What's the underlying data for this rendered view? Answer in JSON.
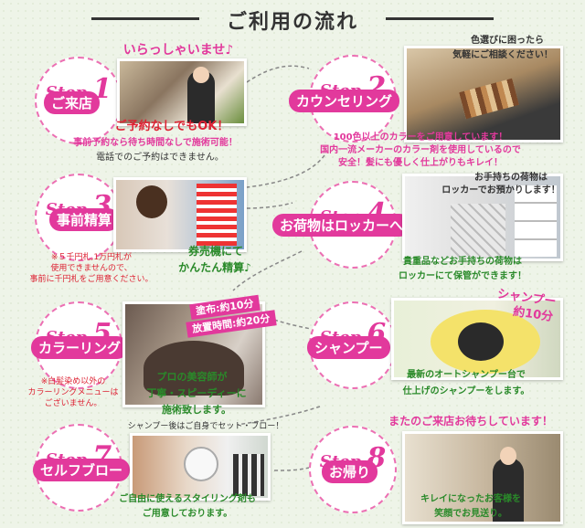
{
  "title": "ご利用の流れ",
  "steps": [
    {
      "step_word": "Step.",
      "num": "1",
      "name": "ご来店"
    },
    {
      "step_word": "Step.",
      "num": "2",
      "name": "カウンセリング"
    },
    {
      "step_word": "Step.",
      "num": "3",
      "name": "事前精算"
    },
    {
      "step_word": "Step.",
      "num": "4",
      "name": "お荷物はロッカーへ"
    },
    {
      "step_word": "Step.",
      "num": "5",
      "name": "カラーリング"
    },
    {
      "step_word": "Step.",
      "num": "6",
      "name": "シャンプー"
    },
    {
      "step_word": "Step.",
      "num": "7",
      "name": "セルフブロー"
    },
    {
      "step_word": "Step.",
      "num": "8",
      "name": "お帰り"
    }
  ],
  "s1": {
    "heading": "いらっしゃいませ♪",
    "line1": "ご予約なしでもOK！",
    "line2": "事前予約なら待ち時間なしで施術可能！",
    "line3": "電話でのご予約はできません。"
  },
  "s2": {
    "bubble1": "色選びに困ったら",
    "bubble2": "気軽にご相談ください！",
    "line1": "100色以上のカラーをご用意しています！",
    "line2": "国内一流メーカーのカラー剤を使用しているので",
    "line3": "安全！髪にも優しく仕上がりもキレイ！"
  },
  "s3": {
    "caption1": "券売機にて",
    "caption2": "かんたん精算♪",
    "note1": "※５千円札,1万円札が",
    "note2": "使用できませんので、",
    "note3": "事前に千円札をご用意ください。"
  },
  "s4": {
    "bubble1": "お手持ちの荷物は",
    "bubble2": "ロッカーでお預かりします！",
    "line1": "貴重品などお手持ちの荷物は",
    "line2": "ロッカーにて保管ができます！"
  },
  "s5": {
    "badge1": "塗布:約10分",
    "badge2": "放置時間:約20分",
    "caption1": "プロの美容師が",
    "caption2": "丁寧・スピーディーに",
    "caption3": "施術致します。",
    "note1": "※白髪染め以外の",
    "note2": "カラーリングメニューは",
    "note3": "ございません。"
  },
  "s6": {
    "badge1": "シャンプー",
    "badge2": "約10分",
    "line1": "最新のオートシャンプー台で",
    "line2": "仕上げのシャンプーをします。"
  },
  "s7": {
    "top": "シャンプー後はご自身でセット・ブロー！",
    "line1": "ご自由に使えるスタイリング剤も",
    "line2": "ご用意しております。"
  },
  "s8": {
    "heading": "またのご来店お待ちしています！",
    "line1": "キレイになったお客様を",
    "line2": "笑顔でお見送り。"
  }
}
